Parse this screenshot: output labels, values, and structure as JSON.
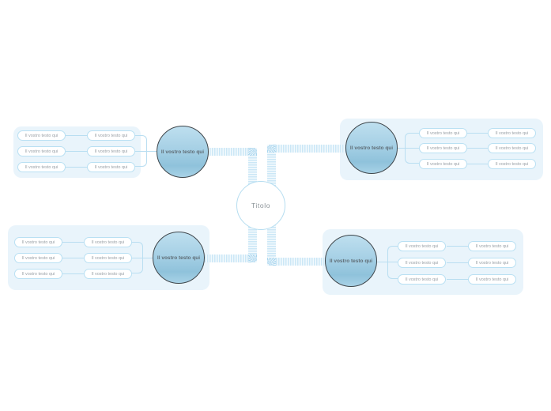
{
  "diagram": {
    "center_label": "Titolo"
  },
  "branches": [
    {
      "name": "top-left",
      "node_label": "Il vostro testo qui",
      "leaves": [
        "Il vostro testo qui",
        "Il vostro testo qui",
        "Il vostro testo qui",
        "Il vostro testo qui",
        "Il vostro testo qui",
        "Il vostro testo qui"
      ]
    },
    {
      "name": "top-right",
      "node_label": "Il vostro testo qui",
      "leaves": [
        "Il vostro testo qui",
        "Il vostro testo qui",
        "Il vostro testo qui",
        "Il vostro testo qui",
        "Il vostro testo qui",
        "Il vostro testo qui"
      ]
    },
    {
      "name": "bottom-left",
      "node_label": "Il vostro testo qui",
      "leaves": [
        "Il vostro testo qui",
        "Il vostro testo qui",
        "Il vostro testo qui",
        "Il vostro testo qui",
        "Il vostro testo qui",
        "Il vostro testo qui"
      ]
    },
    {
      "name": "bottom-right",
      "node_label": "Il vostro testo qui",
      "leaves": [
        "Il vostro testo qui",
        "Il vostro testo qui",
        "Il vostro testo qui",
        "Il vostro testo qui",
        "Il vostro testo qui",
        "Il vostro testo qui"
      ]
    }
  ],
  "colors": {
    "panel_bg": "#e9f4fb",
    "node_fill_top": "#bedfef",
    "node_fill_bottom": "#8fc2db",
    "node_border": "#3f464b",
    "box_border": "#b9e0f3",
    "box_text": "#9aa1a7",
    "ribbon_stripe": "#cbe7f6",
    "connector_line": "#b9def1",
    "center_border": "#b5ddf0",
    "center_text": "#8a9297"
  }
}
